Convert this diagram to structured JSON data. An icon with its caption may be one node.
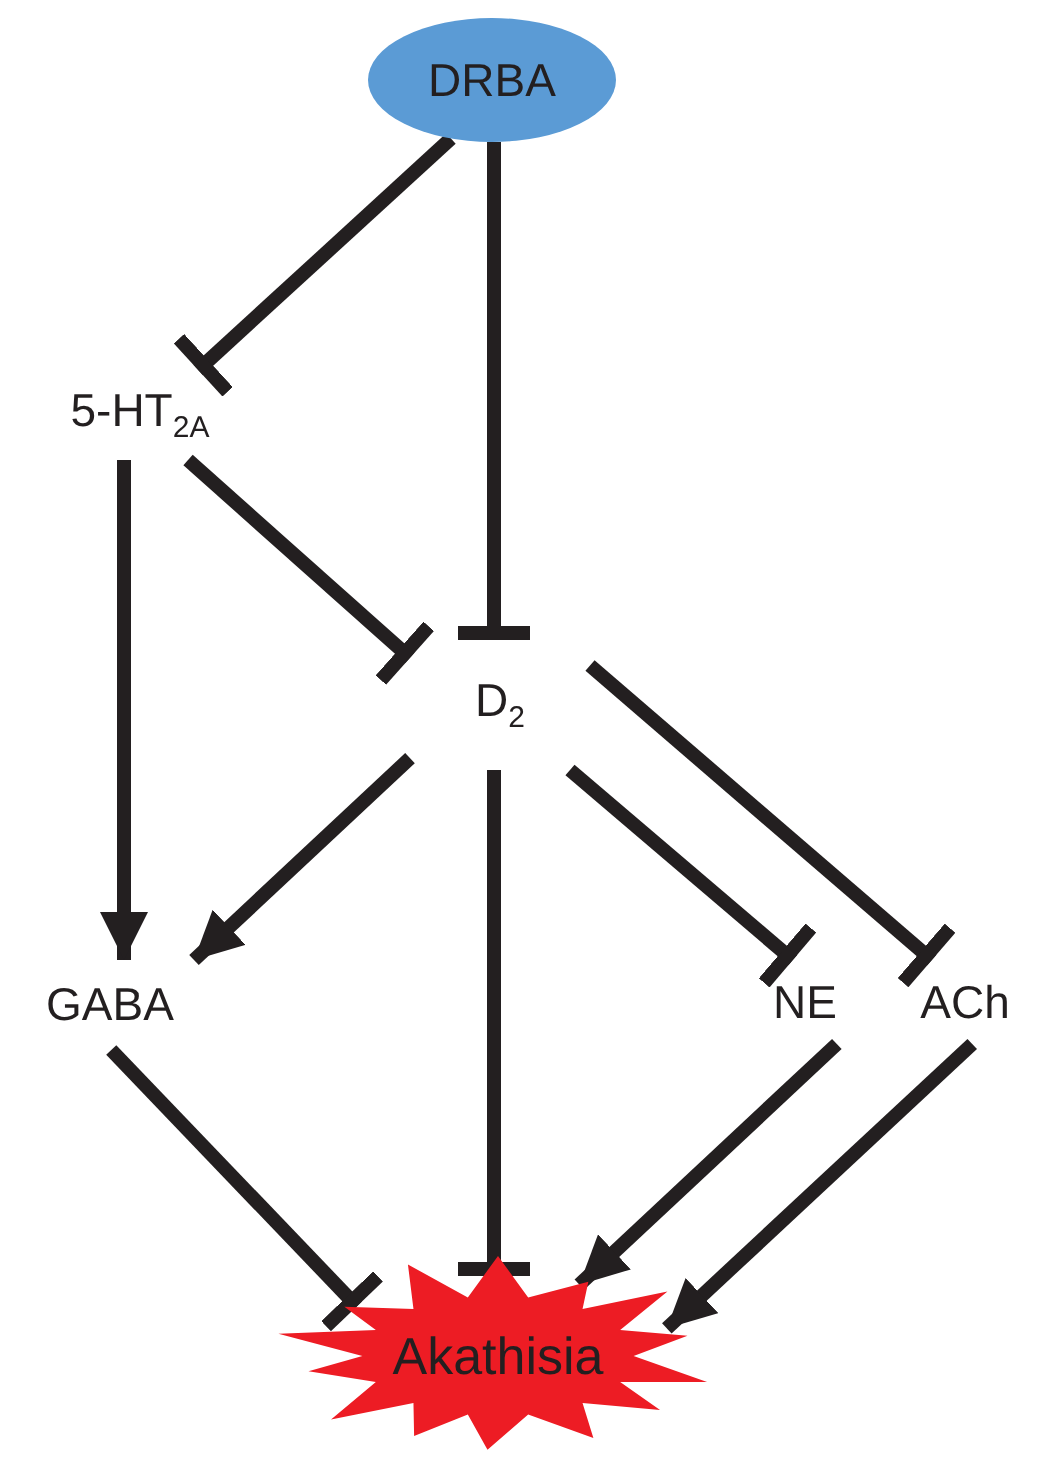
{
  "diagram": {
    "nodes": [
      {
        "text": [
          "DRBA"
        ]
      },
      {
        "text": [
          "5-HT$_{2A}$"
        ]
      },
      {
        "text": [
          "D$_{2}$"
        ]
      },
      {
        "text": [
          "GABA"
        ]
      },
      {
        "text": [
          "NE"
        ]
      },
      {
        "text": [
          "ACh"
        ]
      },
      {
        "text": [
          "Akathisia"
        ]
      }
    ],
    "edges": [
      {
        "from": 0,
        "to": 1,
        "arrow": "other"
      },
      {
        "from": 0,
        "to": 2,
        "arrow": "other"
      },
      {
        "from": 1,
        "to": 3,
        "arrow": "to"
      },
      {
        "from": 1,
        "to": 2,
        "arrow": "other"
      },
      {
        "from": 2,
        "to": 3,
        "arrow": "to"
      },
      {
        "from": 2,
        "to": 6,
        "arrow": "other"
      },
      {
        "from": 2,
        "to": 4,
        "arrow": "other"
      },
      {
        "from": 2,
        "to": 5,
        "arrow": "other"
      },
      {
        "from": 3,
        "to": 6,
        "arrow": "other"
      },
      {
        "from": 4,
        "to": 6,
        "arrow": "to"
      },
      {
        "from": 5,
        "to": 6,
        "arrow": "to"
      }
    ]
  }
}
